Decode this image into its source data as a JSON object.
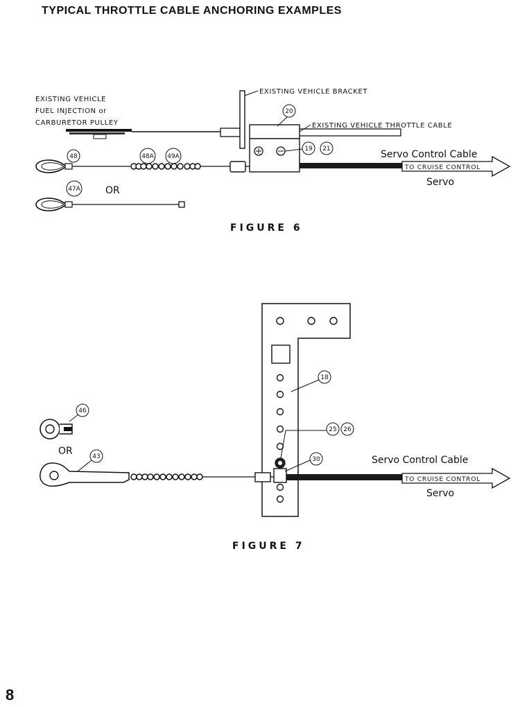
{
  "title": "TYPICAL THROTTLE CABLE ANCHORING EXAMPLES",
  "page_number": "8",
  "figure6": {
    "caption": "FIGURE 6",
    "label_existing_pulley_1": "EXISTING VEHICLE",
    "label_existing_pulley_2": "FUEL INJECTION or",
    "label_existing_pulley_3": "CARBURETOR PULLEY",
    "label_bracket": "EXISTING VEHICLE BRACKET",
    "label_throttle_cable": "EXISTING VEHICLE THROTTLE CABLE",
    "label_servo_cable": "Servo Control Cable",
    "arrow_text": "TO CRUISE CONTROL",
    "label_servo": "Servo",
    "label_or": "OR",
    "part_20": "20",
    "part_19": "19",
    "part_21": "21",
    "part_48": "48",
    "part_48A": "48A",
    "part_49A": "49A",
    "part_47A": "47A"
  },
  "figure7": {
    "caption": "FIGURE 7",
    "label_servo_cable": "Servo Control Cable",
    "arrow_text": "TO CRUISE CONTROL",
    "label_servo": "Servo",
    "label_or": "OR",
    "part_18": "18",
    "part_25": "25",
    "part_26": "26",
    "part_30": "30",
    "part_46": "46",
    "part_43": "43"
  }
}
